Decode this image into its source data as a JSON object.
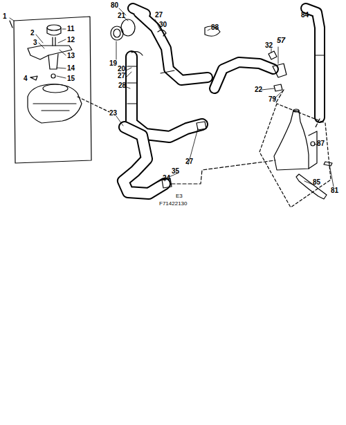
{
  "diagram": {
    "labels": [
      "1",
      "2",
      "3",
      "4",
      "11",
      "12",
      "13",
      "14",
      "15",
      "80",
      "21",
      "27",
      "30",
      "88",
      "84",
      "32",
      "57",
      "22",
      "19",
      "20",
      "27",
      "28",
      "79",
      "23",
      "87",
      "27",
      "35",
      "24",
      "81",
      "85",
      "E3",
      "F71422130"
    ]
  }
}
